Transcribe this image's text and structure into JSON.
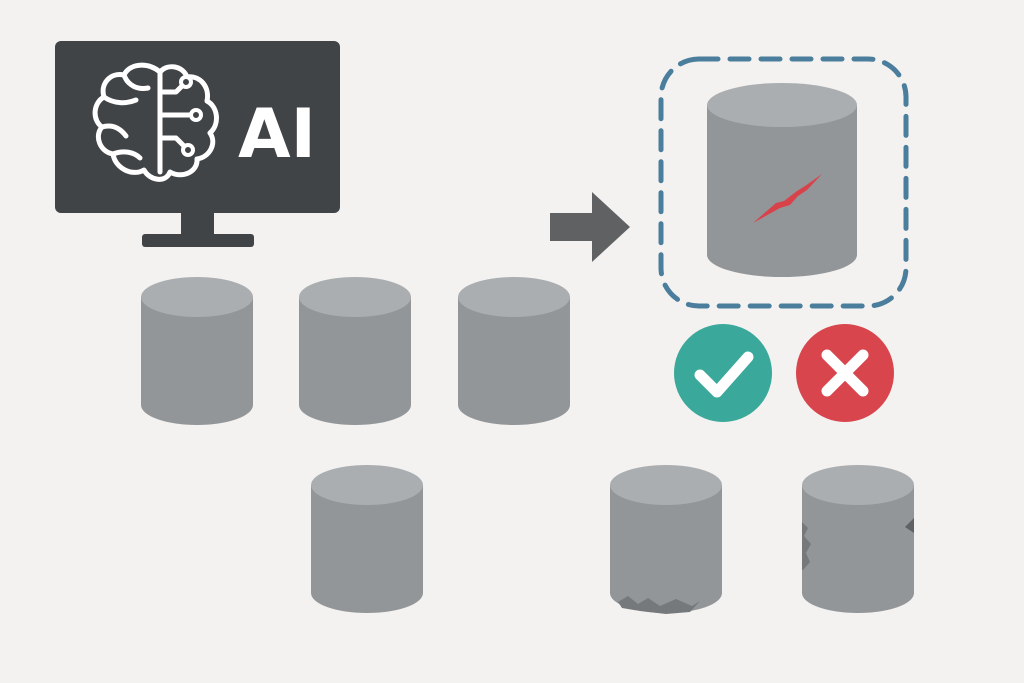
{
  "monitor": {
    "label": "AI",
    "screen_color": "#414447",
    "foreground_color": "#ffffff",
    "icon": "brain-circuit-icon"
  },
  "flow": {
    "arrow_icon": "arrow-right-icon",
    "arrow_color": "#5f6163"
  },
  "inspection": {
    "frame_color": "#4b7e9c",
    "crack_color": "#d8434b",
    "accept": {
      "icon": "check-icon",
      "color": "#3aa89a"
    },
    "reject": {
      "icon": "close-icon",
      "color": "#d8454d"
    }
  },
  "palette": {
    "cylinder_body": "#939698",
    "cylinder_top": "#abaeb0",
    "cylinder_defect": "#76797b",
    "background": "#f3f2f0"
  },
  "samples": {
    "input_row": [
      {
        "id": "sample-1",
        "condition": "intact"
      },
      {
        "id": "sample-2",
        "condition": "intact"
      },
      {
        "id": "sample-3",
        "condition": "intact"
      }
    ],
    "output_row": [
      {
        "id": "sample-accepted",
        "condition": "intact"
      },
      {
        "id": "sample-chipped-base",
        "condition": "chipped"
      },
      {
        "id": "sample-damaged-sides",
        "condition": "damaged"
      }
    ]
  }
}
